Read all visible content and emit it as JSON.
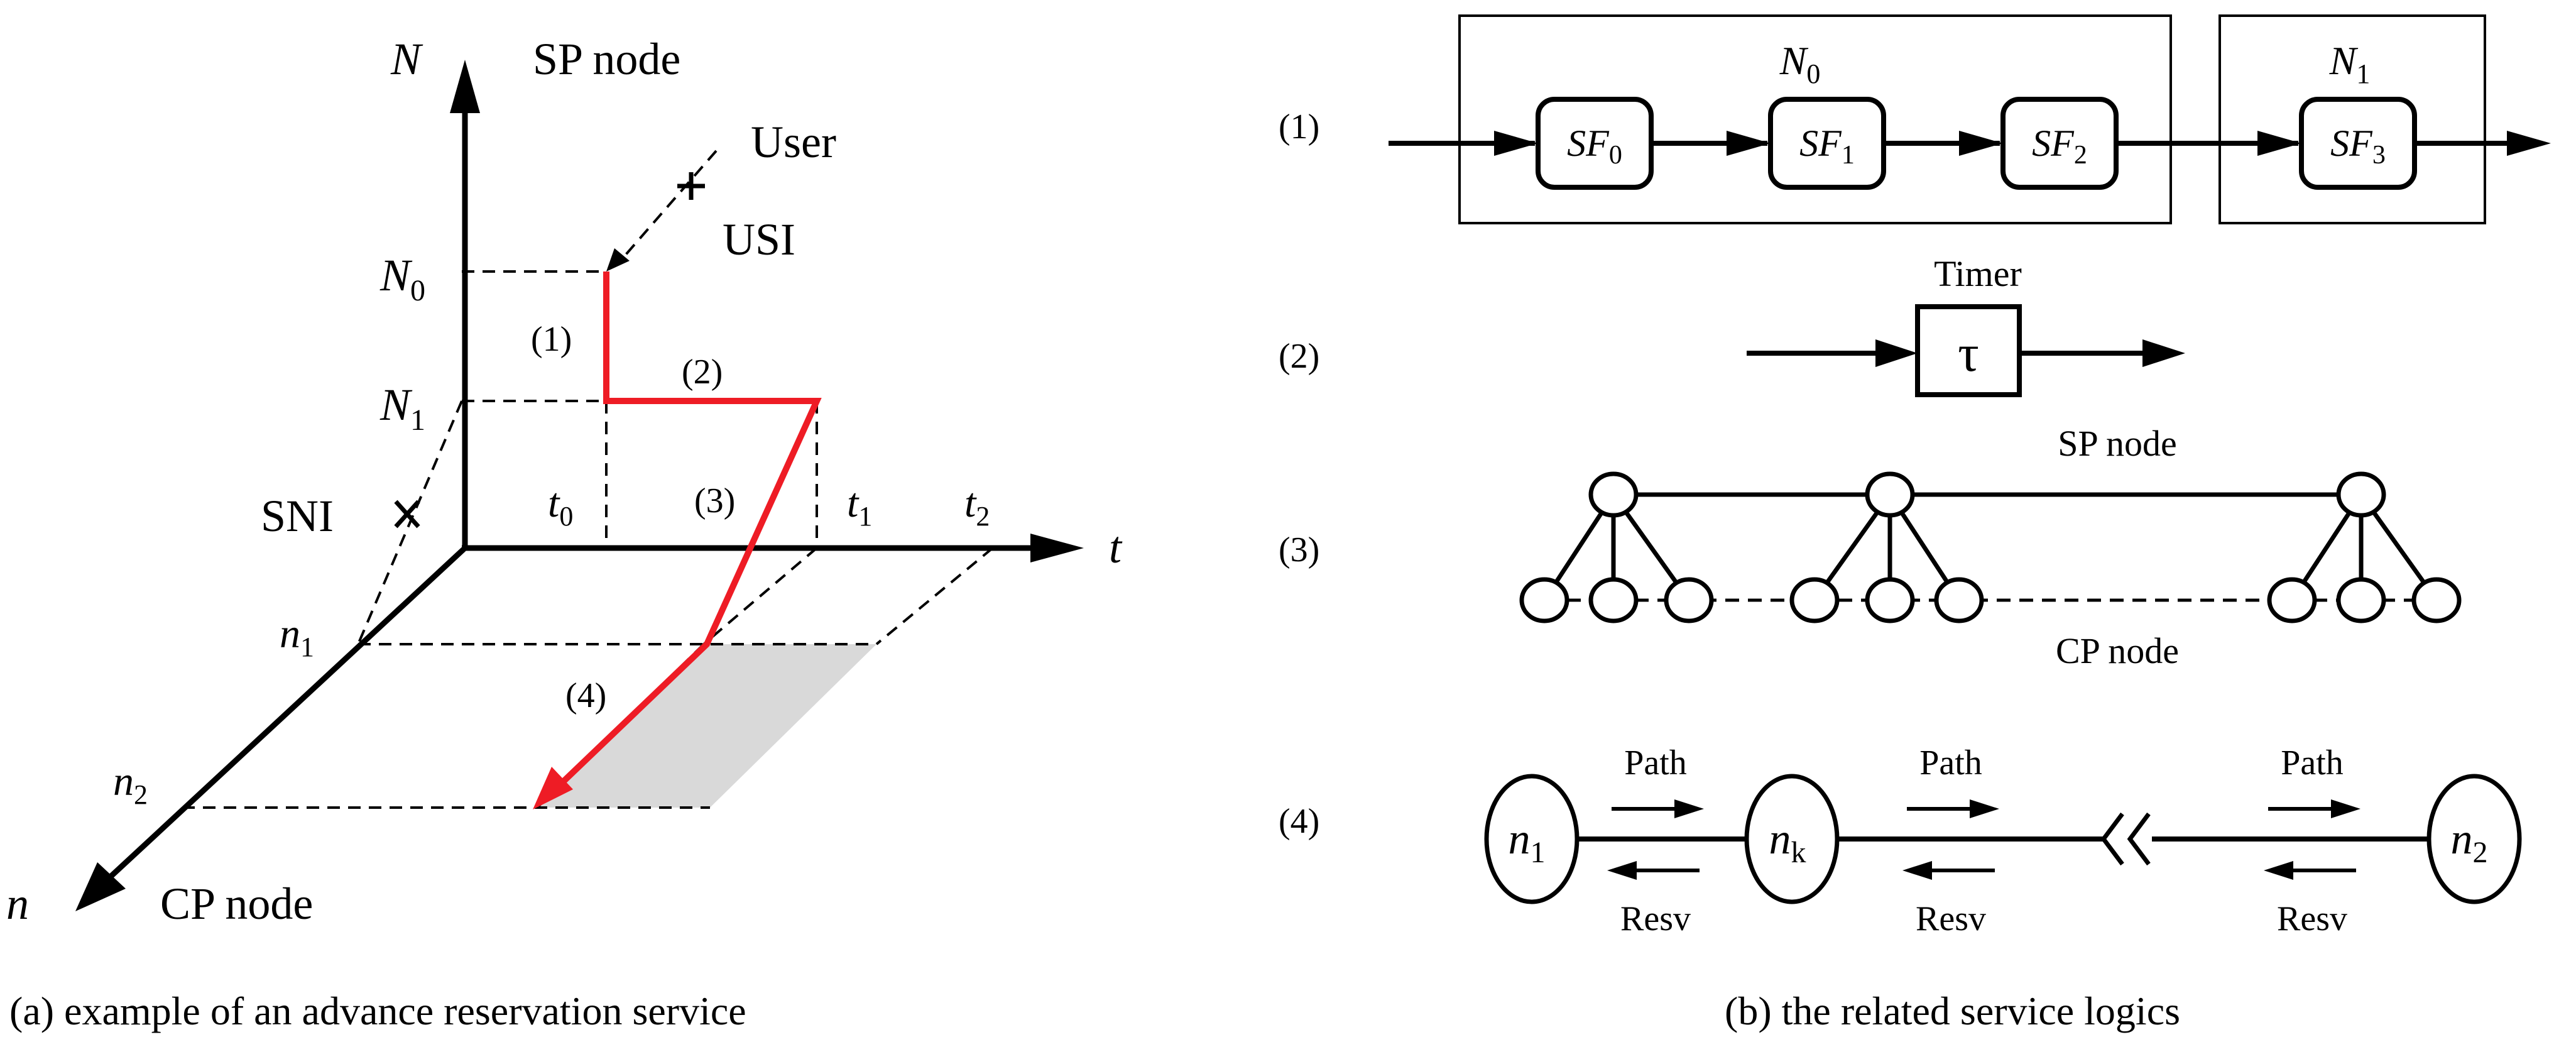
{
  "panel_a": {
    "caption": "(a) example of an advance reservation service",
    "axis_N": "N",
    "axis_t": "t",
    "axis_n": "n",
    "sp_node": "SP node",
    "cp_node": "CP node",
    "user": "User",
    "usi": "USI",
    "sni": "SNI",
    "N0": {
      "base": "N",
      "sub": "0"
    },
    "N1": {
      "base": "N",
      "sub": "1"
    },
    "n1": {
      "base": "n",
      "sub": "1"
    },
    "n2": {
      "base": "n",
      "sub": "2"
    },
    "t0": {
      "base": "t",
      "sub": "0"
    },
    "t1": {
      "base": "t",
      "sub": "1"
    },
    "t2": {
      "base": "t",
      "sub": "2"
    },
    "step1": "(1)",
    "step2": "(2)",
    "step3": "(3)",
    "step4": "(4)",
    "path_color": "#ee1c25",
    "shade_color": "#d9d9d9"
  },
  "panel_b": {
    "caption": "(b) the related service logics",
    "row1": {
      "label": "(1)",
      "N0": {
        "base": "N",
        "sub": "0"
      },
      "N1": {
        "base": "N",
        "sub": "1"
      },
      "sf0": {
        "base": "SF",
        "sub": "0"
      },
      "sf1": {
        "base": "SF",
        "sub": "1"
      },
      "sf2": {
        "base": "SF",
        "sub": "2"
      },
      "sf3": {
        "base": "SF",
        "sub": "3"
      }
    },
    "row2": {
      "label": "(2)",
      "timer": "Timer",
      "tau": "τ"
    },
    "row3": {
      "label": "(3)",
      "sp_node": "SP node",
      "cp_node": "CP node"
    },
    "row4": {
      "label": "(4)",
      "n1": {
        "base": "n",
        "sub": "1"
      },
      "nk": {
        "base": "n",
        "sub": "k"
      },
      "n2": {
        "base": "n",
        "sub": "2"
      },
      "path": "Path",
      "resv": "Resv"
    }
  }
}
